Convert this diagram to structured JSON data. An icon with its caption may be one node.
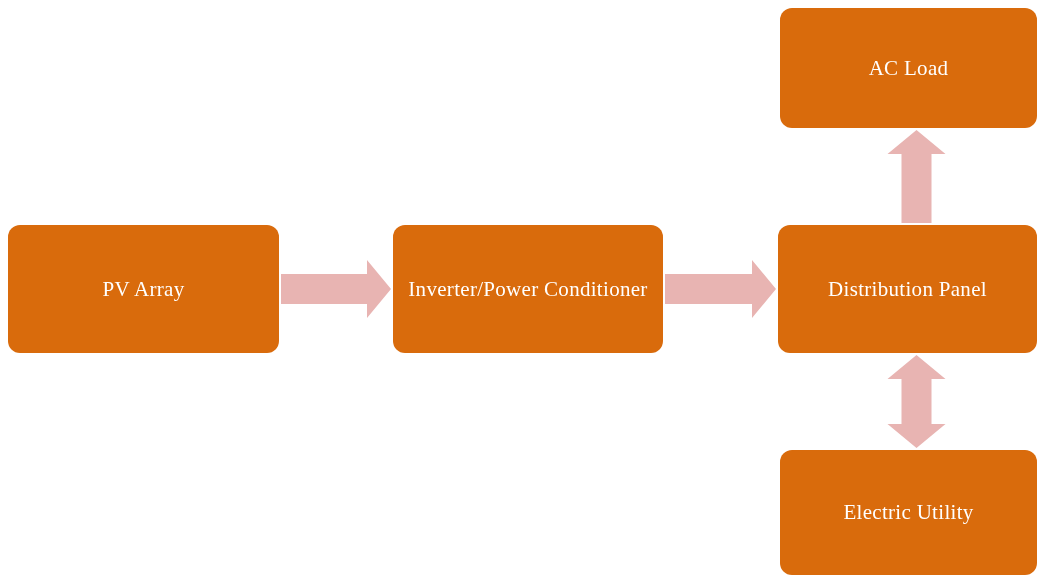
{
  "diagram": {
    "nodes": [
      {
        "text": [
          "PV Array"
        ]
      },
      {
        "text": [
          "Inverter/Power Conditioner"
        ]
      },
      {
        "text": [
          "Distribution Panel"
        ]
      },
      {
        "text": [
          "AC Load"
        ]
      },
      {
        "text": [
          "Electric Utility"
        ]
      }
    ],
    "edges": [
      {
        "from": 0,
        "to": 1,
        "arrow": "to"
      },
      {
        "from": 1,
        "to": 2,
        "arrow": "to"
      },
      {
        "from": 2,
        "to": 3,
        "arrow": "to"
      },
      {
        "from": 2,
        "to": 4,
        "arrow": "both"
      }
    ]
  }
}
